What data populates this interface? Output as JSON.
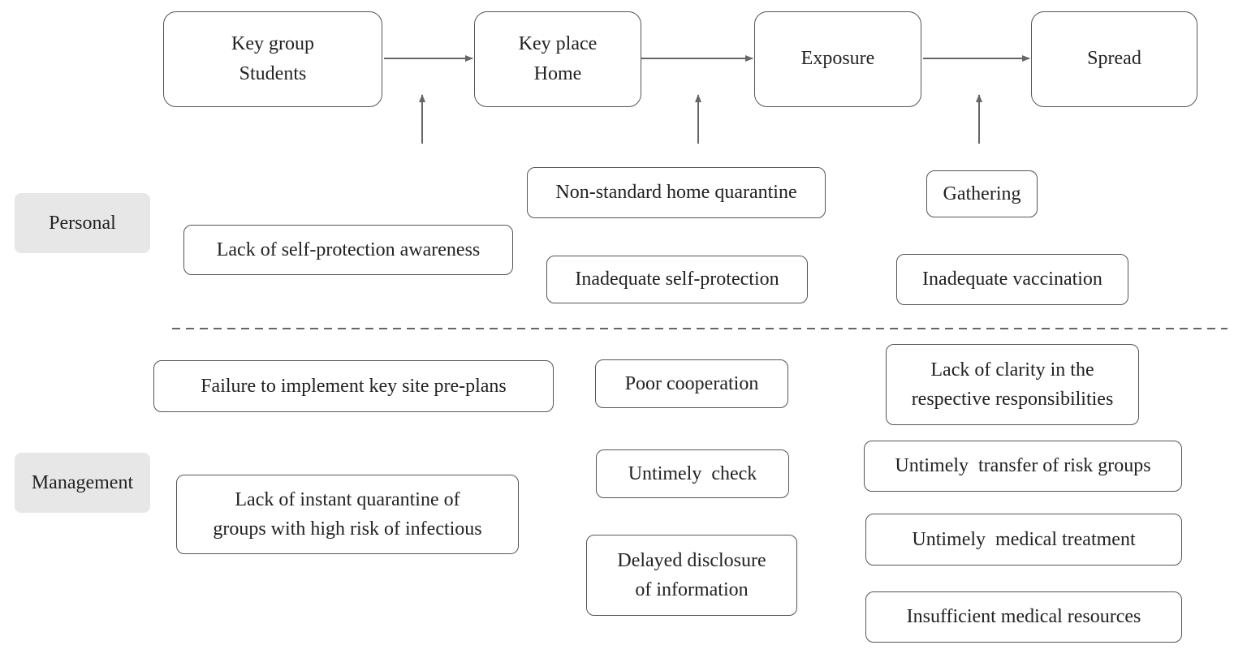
{
  "chain": {
    "key_group": {
      "line1": "Key group",
      "line2": "Students"
    },
    "key_place": {
      "line1": "Key place",
      "line2": "Home"
    },
    "exposure": "Exposure",
    "spread": "Spread"
  },
  "categories": {
    "personal": "Personal",
    "management": "Management"
  },
  "personal_factors": {
    "self_protection_awareness": "Lack of self-protection awareness",
    "home_quarantine": "Non-standard home quarantine",
    "self_protection": "Inadequate self-protection",
    "gathering": "Gathering",
    "vaccination": "Inadequate vaccination"
  },
  "management_factors": {
    "site_preplans": "Failure to implement key site pre-plans",
    "instant_quarantine": {
      "line1": "Lack of instant quarantine of",
      "line2": "groups with high risk of infectious"
    },
    "poor_cooperation": "Poor cooperation",
    "untimely_check": "Untimely  check",
    "delayed_disclosure": {
      "line1": "Delayed disclosure",
      "line2": "of information"
    },
    "responsibilities": {
      "line1": "Lack of clarity in the",
      "line2": "respective responsibilities"
    },
    "transfer_risk_groups": "Untimely  transfer of risk groups",
    "medical_treatment": "Untimely  medical treatment",
    "medical_resources": "Insufficient medical resources"
  },
  "colors": {
    "line": "#666666",
    "border": "#555555",
    "category_fill": "#e7e7e7"
  }
}
